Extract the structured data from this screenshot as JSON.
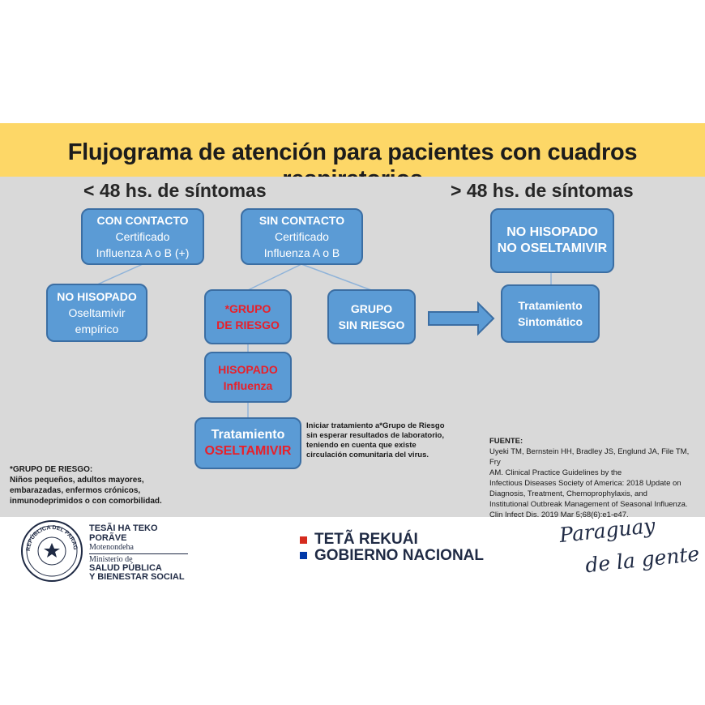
{
  "title": "Flujograma de atención para pacientes con cuadros respiratorios",
  "headings": {
    "left": "< 48 hs. de síntomas",
    "right": "> 48 hs. de síntomas"
  },
  "nodes": {
    "con_contacto": {
      "title": "CON CONTACTO",
      "line1": "Certificado",
      "line2": "Influenza A o B (+)"
    },
    "sin_contacto": {
      "title": "SIN CONTACTO",
      "line1": "Certificado",
      "line2": "Influenza A o B"
    },
    "no_hisopado_left": {
      "title": "NO HISOPADO",
      "line1": "Oseltamivir",
      "line2": "empírico"
    },
    "grupo_riesgo": {
      "line1": "*GRUPO",
      "line2": "DE RIESGO"
    },
    "grupo_sin_riesgo": {
      "line1": "GRUPO",
      "line2": "SIN RIESGO"
    },
    "hisopado": {
      "line1": "HISOPADO",
      "line2": "Influenza"
    },
    "tratamiento_oseltamivir": {
      "line1": "Tratamiento",
      "line2": "OSELTAMIVIR"
    },
    "no_hisopado_right": {
      "line1": "NO HISOPADO",
      "line2": "NO OSELTAMIVIR"
    },
    "tratamiento_sintomatico": {
      "line1": "Tratamiento",
      "line2": "Sintomático"
    }
  },
  "treatment_note": [
    "Iniciar tratamiento a*Grupo de Riesgo",
    "sin esperar resultados de laboratorio,",
    "teniendo en cuenta que existe",
    "circulación comunitaria del virus."
  ],
  "risk_group_note": {
    "title": "*GRUPO DE RIESGO:",
    "lines": [
      "Niños pequeños, adultos mayores,",
      "embarazadas, enfermos crónicos,",
      "inmunodeprimidos o con comorbilidad."
    ]
  },
  "source": {
    "title": "FUENTE:",
    "lines": [
      "Uyeki TM, Bernstein HH, Bradley JS, Englund JA, File TM, Fry",
      "AM. Clinical Practice Guidelines by the",
      "Infectious Diseases Society of America: 2018 Update on",
      "Diagnosis, Treatment, Chemoprophylaxis, and",
      "Institutional Outbreak Management of Seasonal Influenza.",
      "Clin Infect Dis. 2019 Mar 5;68(6):e1-e47."
    ]
  },
  "footer": {
    "seal_text": "REPÚBLICA DEL PARAGUAY",
    "ministry_line1": "TESÃI HA TEKO",
    "ministry_line2": "PORÃVE",
    "ministry_line3": "Motenondeha",
    "ministry_line4": "Ministerio de",
    "ministry_line5": "SALUD PÚBLICA",
    "ministry_line6": "Y BIENESTAR SOCIAL",
    "gov_line1": "TETÃ REKUÁI",
    "gov_line2": "GOBIERNO NACIONAL",
    "slogan_line1": "Paraguay",
    "slogan_line2": "de la gente"
  },
  "colors": {
    "banner": "#fdd767",
    "panel": "#d9d9d9",
    "box": "#5b9bd5",
    "box_border": "#3b6ea3",
    "highlight_red": "#e8202a",
    "flag_red": "#d52b1e",
    "flag_blue": "#0038a8"
  }
}
